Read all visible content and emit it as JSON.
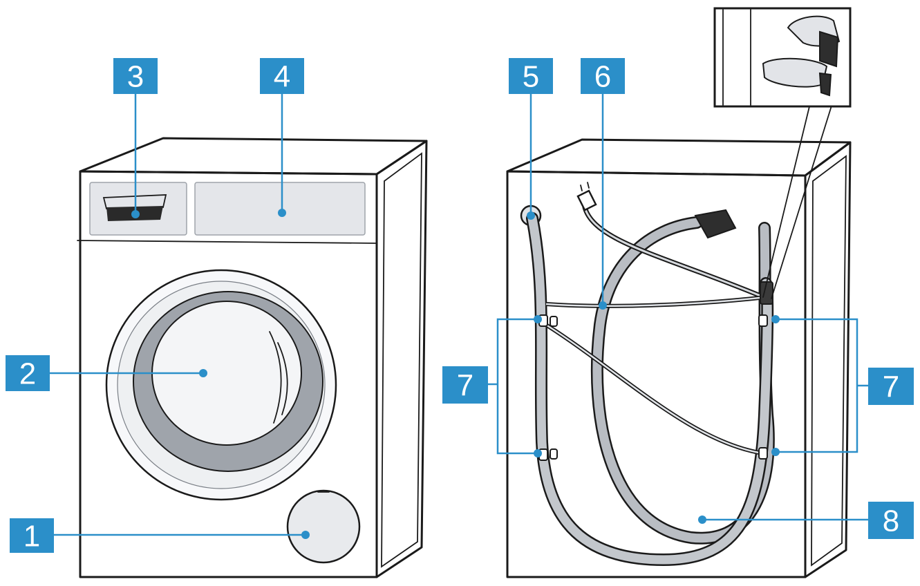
{
  "colors": {
    "badge": "#2b8fc9",
    "leader": "#2b8fc9",
    "outline": "#1a1a1a",
    "body_fill": "#f2f3f5",
    "panel_fill": "#e4e6ea",
    "hose_fill": "#b9bdc3",
    "side_fill": "#e8eaed"
  },
  "icons": {
    "front_view": "washing-machine-front",
    "rear_view": "washing-machine-rear",
    "detail": "hose-holder-detail"
  },
  "labels": {
    "maintenance_flap": "1",
    "door": "2",
    "detergent_drawer": "3",
    "control_panel": "4",
    "drain_hose": "5",
    "mains_plug_cable": "6",
    "transport_hose_holder_left": "7",
    "transport_hose_holder_right": "7",
    "water_inlet_hose": "8"
  }
}
